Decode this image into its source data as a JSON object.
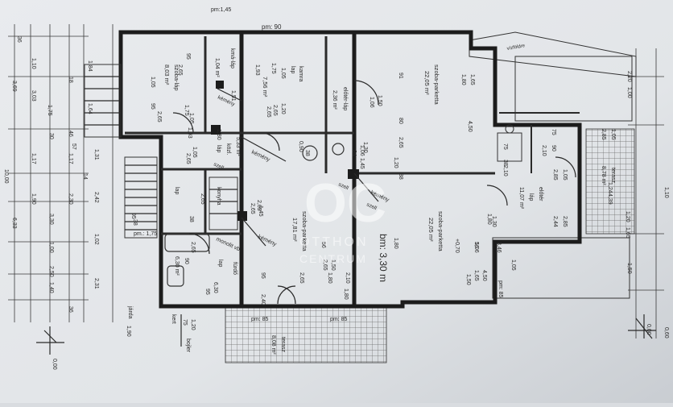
{
  "colors": {
    "paper": "#e6e8eb",
    "ink": "#1c1c1c",
    "watermark": "#ffffff"
  },
  "labels": {
    "pm90": "pm: 90",
    "pm145": "pm:1,45",
    "kozlekedo_left": "kmá-láp",
    "kozl_area": "1,04 m²",
    "kamra": "kamra",
    "kamra_lap": "lap",
    "kamra_105": "1,05",
    "kamra_175": "1,75",
    "szoba_topleft": "szoba-láp",
    "szoba_topleft_area": "8,03 m²",
    "v756": "7,56 m²",
    "eloter_top": "előtér-láp",
    "eloter_top_area": "2,36 m²",
    "szoba_parketta_tr": "szoba-parketta",
    "szoba_parketta_tr_area": "22,05 m²",
    "viz": "vízföldre",
    "kemeny1": "kémény",
    "kemeny2": "kémény",
    "kemeny3": "kémény",
    "kemeny4": "kémény",
    "szell1": "szell",
    "szell2": "szell",
    "szell3": "szell",
    "kozl": "közl.",
    "kozl_lap": "láp",
    "kozl_area2": "5,33 m²",
    "szoba_parketta_mid": "szoba-parketta",
    "szoba_parketta_mid_area": "17,81 m²",
    "szoba_parketta_r": "szoba-parketta",
    "szoba_parketta_r_area": "22,05 m²",
    "bm": "bm: 3,30 m",
    "eloter_r": "előtér",
    "eloter_r_lap": "láp",
    "eloter_r_area": "11,07 m²",
    "terasz_r": "terasz",
    "terasz_r_area": "8,78 m²",
    "konyha": "konyha",
    "konyha_lap": "lap",
    "furdo": "fürdő",
    "furdo_lap": "lap",
    "furdo_area": "6,30 m²",
    "monolit": "monolit vb.",
    "terasz_b": "terasz",
    "terasz_b_area": "8,08 m²",
    "kert": "kert",
    "bojler": "bojler",
    "jarda": "járda",
    "pm85a": "pm: 85",
    "pm85b": "pm: 85",
    "pm85c": "pm: 85",
    "pm175": "pm.: 1,75",
    "zero": "0,00",
    "zero2": "0,00",
    "plus070": "+0,70",
    "wm_main": "OC",
    "wm_line1": "OTTHON",
    "wm_line2": "CENTRUM",
    "d_left": [
      "36",
      "1,10",
      "3,03",
      "1,75",
      "3,69",
      "1,17",
      "30",
      "1,90",
      "3,30",
      "2,30",
      "6,33",
      "1,00",
      "1,40",
      "2,50",
      "10,00",
      "36",
      "1,17",
      "18",
      "1,64",
      "1,84",
      "1,31",
      "57",
      "46",
      "14",
      "2,42",
      "1,02",
      "2,31"
    ],
    "d_inner": [
      "95",
      "2,65",
      "1,05",
      "95",
      "2,65",
      "1,05",
      "2,65",
      "1,20",
      "2,65",
      "1,50",
      "1,06",
      "1,30",
      "1,20",
      "2,65",
      "1,45",
      "2,65",
      "1,50",
      "2,65",
      "1,65",
      "1,80",
      "4,50",
      "1,80",
      "4,50",
      "1,65",
      "1,80",
      "1,30",
      "2,85",
      "2,44",
      "1,05",
      "2,85",
      "1,05",
      "2,85",
      "75",
      "90",
      "2,10",
      "75",
      "2,10",
      "91",
      "80",
      "1,93",
      "1,75",
      "1,05",
      "95",
      "2,65",
      "1,80",
      "2,40",
      "2,10",
      "1,80",
      "56",
      "56",
      "38",
      "38",
      "95",
      "1,90",
      "75",
      "1,20",
      "2,20",
      "1,10",
      "1,24",
      "4,39",
      "1,50",
      "1,50",
      "1,20",
      "1,65",
      "1,05",
      "2,65",
      "90",
      "6,30",
      "95",
      "2,65",
      "1,93",
      "1,80",
      "2,65",
      "2,65",
      "1,51",
      "1,45",
      "0,90",
      "38",
      "3,46",
      "38",
      "84",
      "1,06",
      "1,06",
      "38",
      "1,00",
      "0,60"
    ]
  }
}
